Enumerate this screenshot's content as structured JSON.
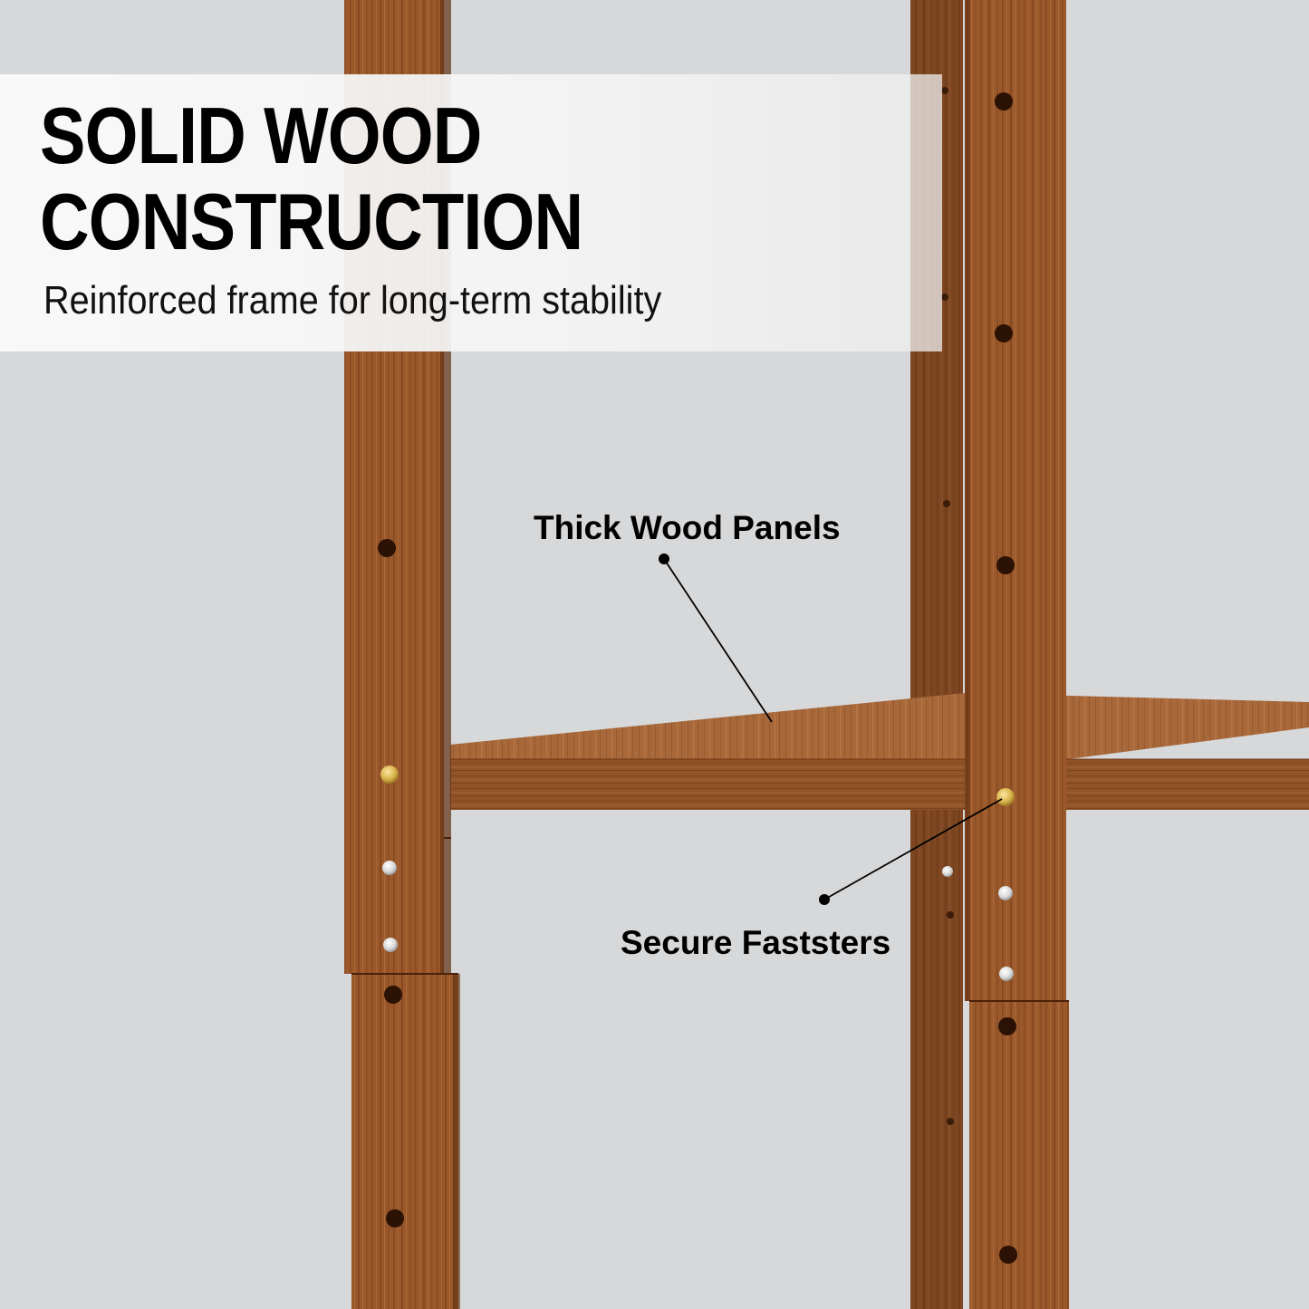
{
  "headline": {
    "line1": "SOLID WOOD",
    "line2": "CONSTRUCTION"
  },
  "subtitle": "Reinforced frame for long-term stability",
  "callouts": {
    "panels": "Thick Wood Panels",
    "fasteners": "Secure Faststers"
  },
  "colors": {
    "background": "#d7d8da",
    "wood": "#9c5a2c",
    "wood_dark": "#6e3a16",
    "banner": "#f7f7f7",
    "text": "#000000",
    "brass": "#d8b24a"
  }
}
